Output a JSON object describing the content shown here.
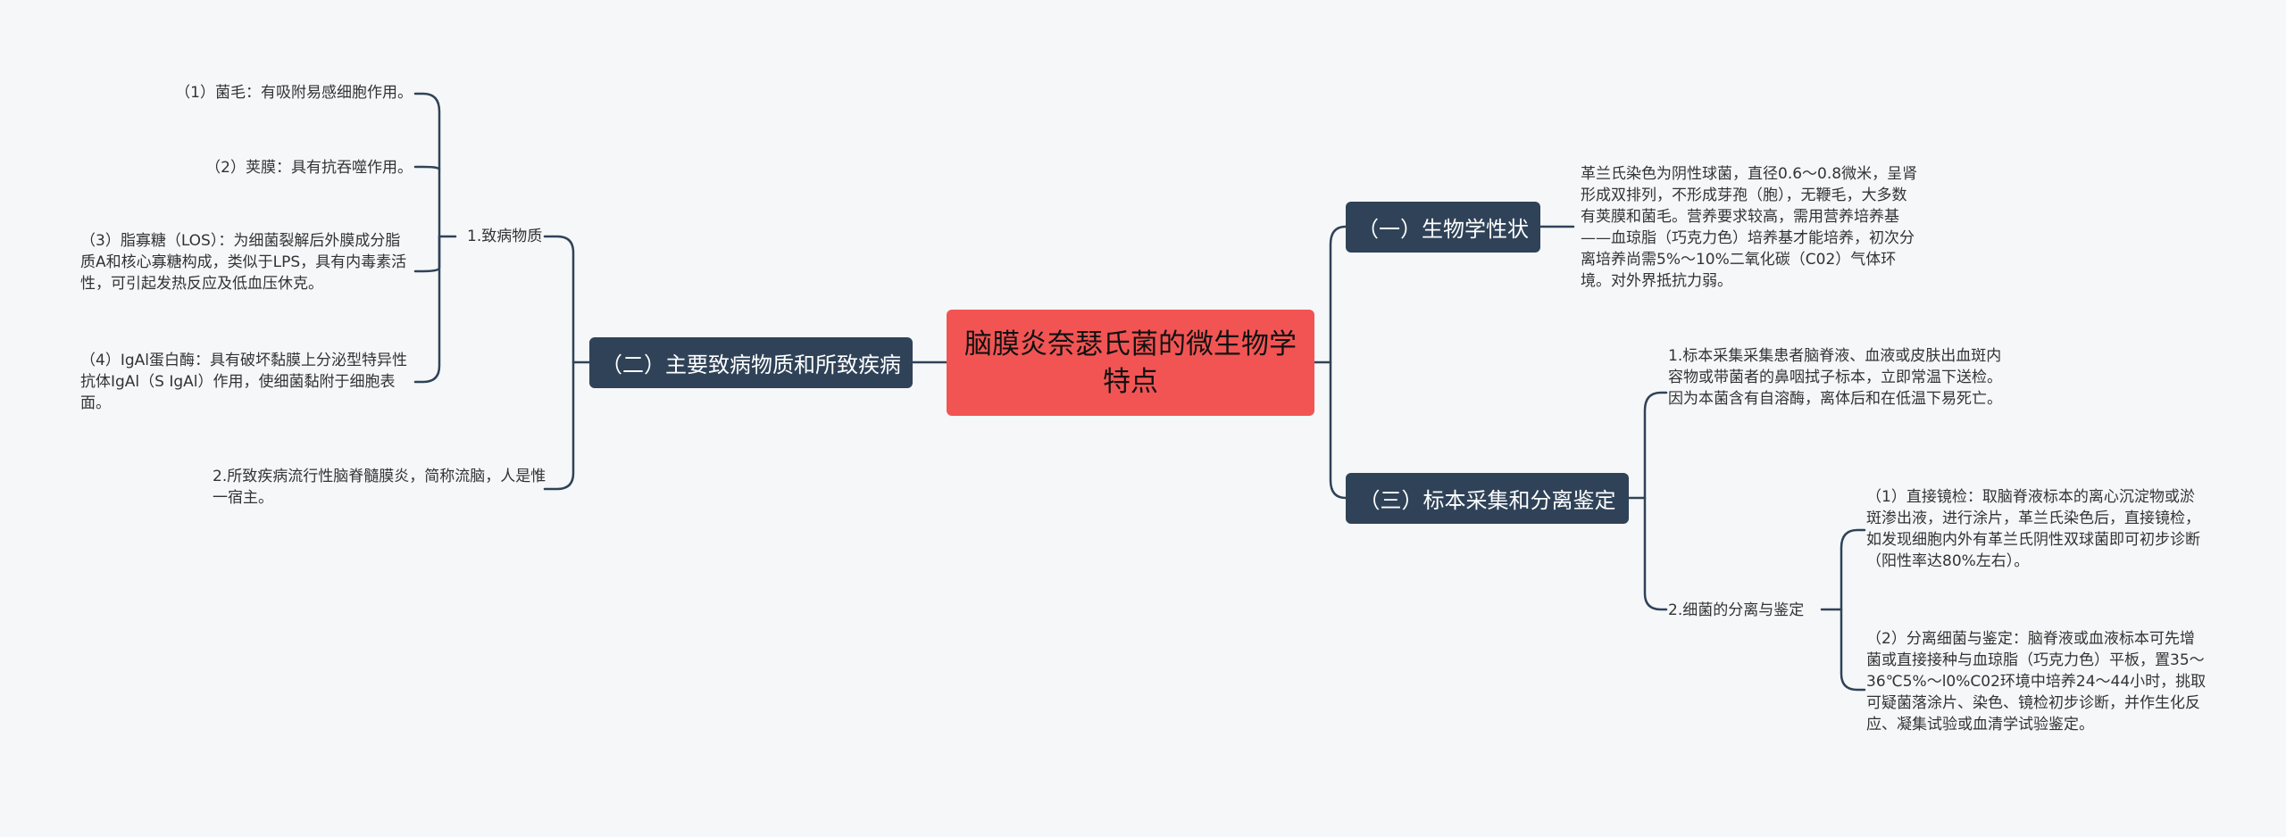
{
  "root": {
    "title": "脑膜炎奈瑟氏菌的微生物学特点"
  },
  "branch1": {
    "label": "（一）生物学性状",
    "desc": "革兰氏染色为阴性球菌，直径0.6～0.8微米，呈肾形成双排列，不形成芽孢（胞），无鞭毛，大多数有荚膜和菌毛。营养要求较高，需用营养培养基——血琼脂（巧克力色）培养基才能培养，初次分离培养尚需5%～10%二氧化碳（C02）气体环境。对外界抵抗力弱。"
  },
  "branch2": {
    "label": "（二）主要致病物质和所致疾病",
    "sub1": {
      "label": "1.致病物质",
      "items": [
        "（1）菌毛：有吸附易感细胞作用。",
        "（2）荚膜：具有抗吞噬作用。",
        "（3）脂寡糖（LOS）：为细菌裂解后外膜成分脂质A和核心寡糖构成，类似于LPS，具有内毒素活性，可引起发热反应及低血压休克。",
        "（4）IgAl蛋白酶：具有破坏黏膜上分泌型特异性抗体IgAl（S IgAl）作用，使细菌黏附于细胞表面。"
      ]
    },
    "sub2": {
      "label": "2.所致疾病流行性脑脊髓膜炎，简称流脑，人是惟一宿主。"
    }
  },
  "branch3": {
    "label": "（三）标本采集和分离鉴定",
    "sub1": {
      "label": "1.标本采集采集患者脑脊液、血液或皮肤出血斑内容物或带菌者的鼻咽拭子标本，立即常温下送检。因为本菌含有自溶酶，离体后和在低温下易死亡。"
    },
    "sub2": {
      "label": "2.细菌的分离与鉴定",
      "items": [
        "（1）直接镜检：取脑脊液标本的离心沉淀物或淤斑渗出液，进行涂片，革兰氏染色后，直接镜检，如发现细胞内外有革兰氏阴性双球菌即可初步诊断（阳性率达80%左右）。",
        "（2）分离细菌与鉴定：脑脊液或血液标本可先增菌或直接接种与血琼脂（巧克力色）平板，置35～36℃5%～l0%C02环境中培养24～44小时，挑取可疑菌落涂片、染色、镜检初步诊断，并作生化反应、凝集试验或血清学试验鉴定。"
      ]
    }
  },
  "colors": {
    "root_bg": "#f25454",
    "branch_bg": "#2f4258",
    "line": "#2f4258",
    "background": "#f6f7f8"
  }
}
